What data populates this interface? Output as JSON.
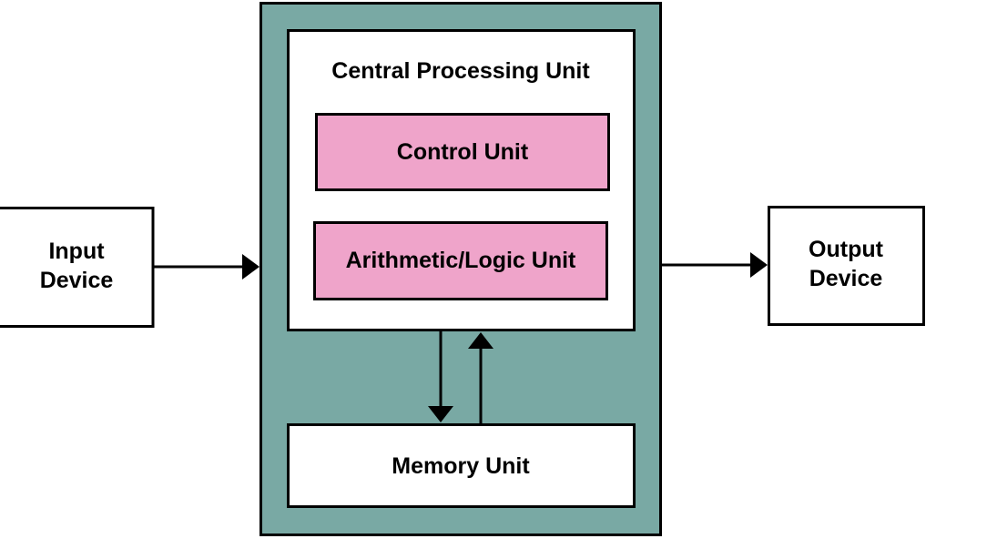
{
  "diagram": {
    "input_device": {
      "line1": "Input",
      "line2": "Device"
    },
    "output_device": {
      "line1": "Output",
      "line2": "Device"
    },
    "cpu": {
      "title": "Central Processing Unit",
      "control_unit": "Control Unit",
      "alu": "Arithmetic/Logic Unit"
    },
    "memory_unit": "Memory Unit"
  },
  "colors": {
    "outer_panel": "#79a9a4",
    "unit_fill": "#efa4ca",
    "box_fill": "#ffffff",
    "stroke": "#000000"
  }
}
